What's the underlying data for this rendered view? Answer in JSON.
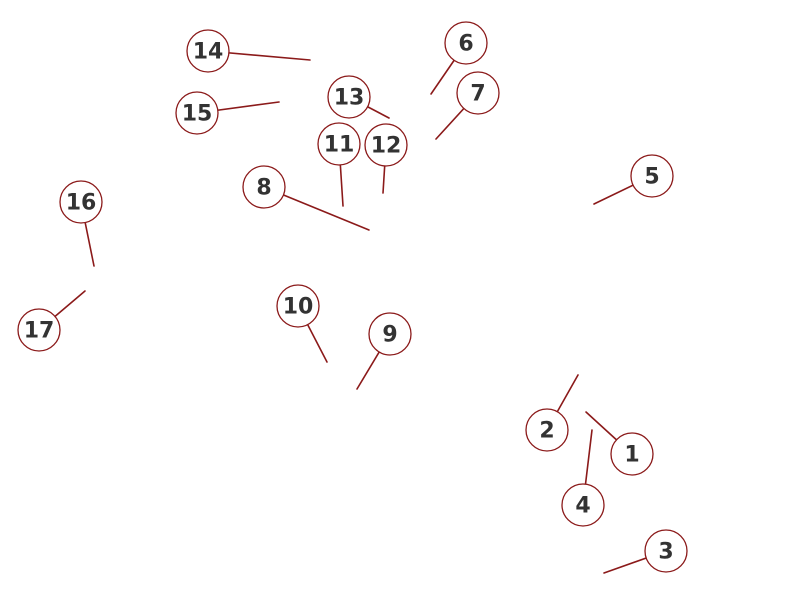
{
  "diagram": {
    "leader_color": "#8b1a1a",
    "circle_fill": "#ffffff",
    "text_color": "#333333",
    "callouts": [
      {
        "label": "1"
      },
      {
        "label": "2"
      },
      {
        "label": "3"
      },
      {
        "label": "4"
      },
      {
        "label": "5"
      },
      {
        "label": "6"
      },
      {
        "label": "7"
      },
      {
        "label": "8"
      },
      {
        "label": "9"
      },
      {
        "label": "10"
      },
      {
        "label": "11"
      },
      {
        "label": "12"
      },
      {
        "label": "13"
      },
      {
        "label": "14"
      },
      {
        "label": "15"
      },
      {
        "label": "16"
      },
      {
        "label": "17"
      }
    ]
  }
}
